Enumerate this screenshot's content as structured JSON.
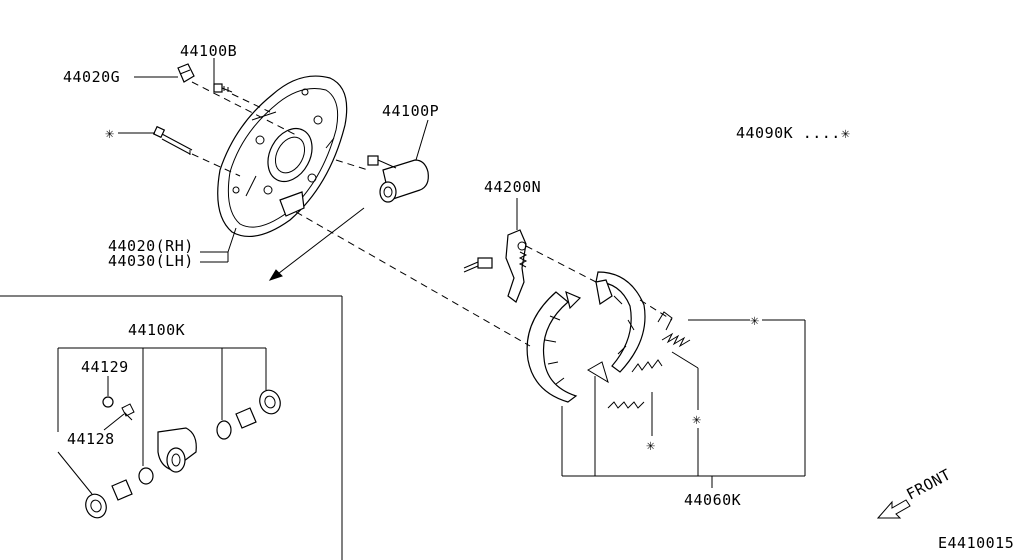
{
  "diagram": {
    "labels": {
      "hardware_kit": "44090K ....✳",
      "backing_plate_bolt": "44100B",
      "bleeder_cap": "44020G",
      "bolt_star": "✳",
      "wheel_cylinder_label": "44100P",
      "adjuster": "44200N",
      "backing_plate_rh": "44020(RH)",
      "backing_plate_lh": "44030(LH)",
      "cylinder_kit": "44100K",
      "bleeder_screw": "44129",
      "cap": "44128",
      "spring_star_top": "✳",
      "spring_star_mid": "✳",
      "spring_star_low": "✳",
      "shoe_set": "44060K",
      "front_indicator": "FRONT",
      "figure_code": "E4410015"
    }
  }
}
